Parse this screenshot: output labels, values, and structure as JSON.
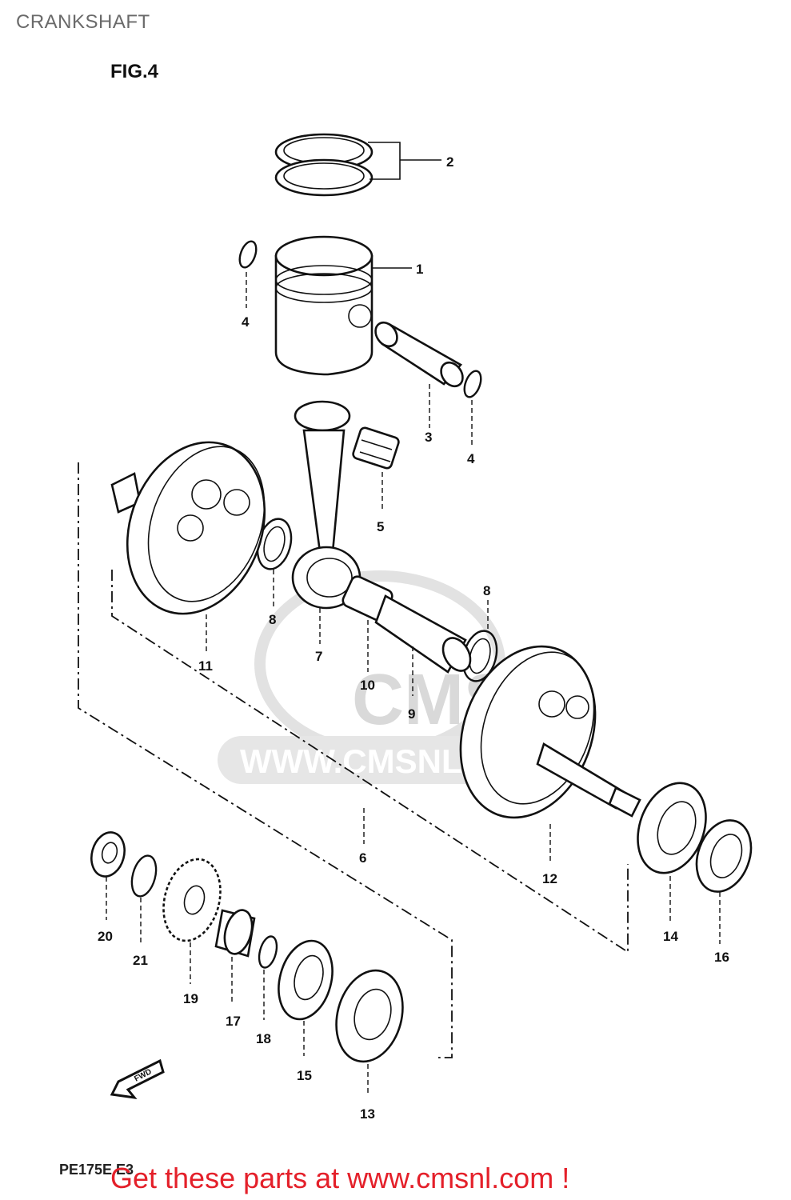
{
  "header": {
    "title": "CRANKSHAFT"
  },
  "figure": {
    "label": "FIG.4",
    "footer_code": "PE175E E3"
  },
  "watermark": {
    "text": "WWW.CMSNL.COM",
    "logo_text": "CMS"
  },
  "callouts": {
    "c1": "1",
    "c2": "2",
    "c3": "3",
    "c4a": "4",
    "c4b": "4",
    "c5": "5",
    "c6": "6",
    "c7": "7",
    "c8a": "8",
    "c8b": "8",
    "c9": "9",
    "c10": "10",
    "c11": "11",
    "c12": "12",
    "c13": "13",
    "c14": "14",
    "c15": "15",
    "c16": "16",
    "c17": "17",
    "c18": "18",
    "c19": "19",
    "c20": "20",
    "c21": "21"
  },
  "fwd_arrow": {
    "label": "FWD"
  },
  "promo": {
    "text": "Get these parts at www.cmsnl.com !"
  }
}
